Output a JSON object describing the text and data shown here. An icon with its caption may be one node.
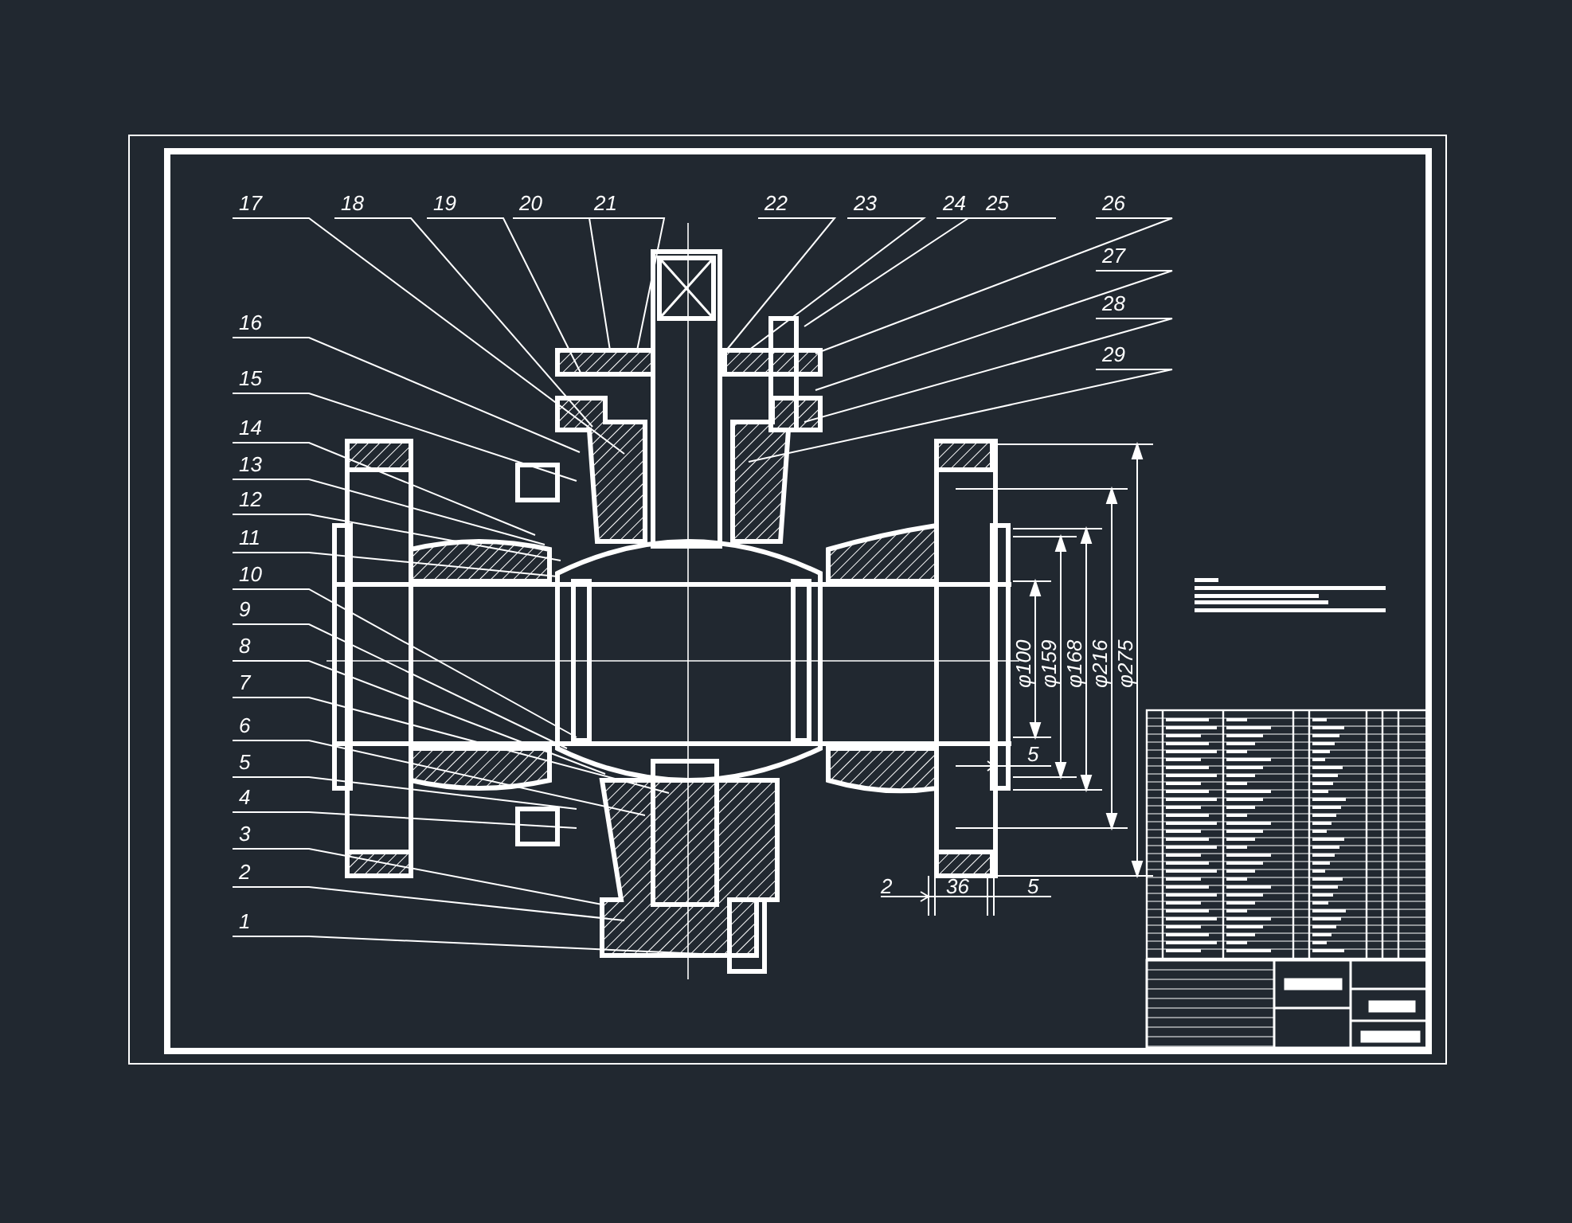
{
  "diagram": {
    "nodes": [
      {
        "text": [
          "1"
        ]
      },
      {
        "text": [
          "2"
        ]
      },
      {
        "text": [
          "3"
        ]
      },
      {
        "text": [
          "4"
        ]
      },
      {
        "text": [
          "5"
        ]
      },
      {
        "text": [
          "6"
        ]
      },
      {
        "text": [
          "7"
        ]
      },
      {
        "text": [
          "8"
        ]
      },
      {
        "text": [
          "9"
        ]
      },
      {
        "text": [
          "10"
        ]
      },
      {
        "text": [
          "11"
        ]
      },
      {
        "text": [
          "12"
        ]
      },
      {
        "text": [
          "13"
        ]
      },
      {
        "text": [
          "14"
        ]
      },
      {
        "text": [
          "15"
        ]
      },
      {
        "text": [
          "16"
        ]
      },
      {
        "text": [
          "17"
        ]
      },
      {
        "text": [
          "18"
        ]
      },
      {
        "text": [
          "19"
        ]
      },
      {
        "text": [
          "20"
        ]
      },
      {
        "text": [
          "21"
        ]
      },
      {
        "text": [
          "22"
        ]
      },
      {
        "text": [
          "23"
        ]
      },
      {
        "text": [
          "24"
        ]
      },
      {
        "text": [
          "25"
        ]
      },
      {
        "text": [
          "26"
        ]
      },
      {
        "text": [
          "27"
        ]
      },
      {
        "text": [
          "28"
        ]
      },
      {
        "text": [
          "29"
        ]
      }
    ],
    "edges": [
      {
        "from": 0,
        "to": null,
        "arrow": "none"
      },
      {
        "from": 1,
        "to": null,
        "arrow": "none"
      },
      {
        "from": 2,
        "to": null,
        "arrow": "none"
      },
      {
        "from": 3,
        "to": null,
        "arrow": "none"
      },
      {
        "from": 4,
        "to": null,
        "arrow": "none"
      },
      {
        "from": 5,
        "to": null,
        "arrow": "none"
      },
      {
        "from": 6,
        "to": null,
        "arrow": "none"
      },
      {
        "from": 7,
        "to": null,
        "arrow": "none"
      },
      {
        "from": 8,
        "to": null,
        "arrow": "none"
      },
      {
        "from": 9,
        "to": null,
        "arrow": "none"
      },
      {
        "from": 10,
        "to": null,
        "arrow": "none"
      },
      {
        "from": 11,
        "to": null,
        "arrow": "none"
      },
      {
        "from": 12,
        "to": null,
        "arrow": "none"
      },
      {
        "from": 13,
        "to": null,
        "arrow": "none"
      },
      {
        "from": 14,
        "to": null,
        "arrow": "none"
      },
      {
        "from": 15,
        "to": null,
        "arrow": "none"
      },
      {
        "from": 16,
        "to": null,
        "arrow": "none"
      },
      {
        "from": 17,
        "to": null,
        "arrow": "none"
      },
      {
        "from": 18,
        "to": null,
        "arrow": "none"
      },
      {
        "from": 19,
        "to": null,
        "arrow": "none"
      },
      {
        "from": 20,
        "to": null,
        "arrow": "none"
      },
      {
        "from": 21,
        "to": null,
        "arrow": "none"
      },
      {
        "from": 22,
        "to": null,
        "arrow": "none"
      },
      {
        "from": 23,
        "to": null,
        "arrow": "none"
      },
      {
        "from": 24,
        "to": null,
        "arrow": "none"
      },
      {
        "from": 25,
        "to": null,
        "arrow": "none"
      },
      {
        "from": 26,
        "to": null,
        "arrow": "none"
      },
      {
        "from": 27,
        "to": null,
        "arrow": "none"
      },
      {
        "from": 28,
        "to": null,
        "arrow": "none"
      }
    ],
    "labels": [
      "φ100",
      "φ159",
      "φ168",
      "φ216",
      "φ275",
      "5",
      "2",
      "36",
      "5"
    ]
  }
}
